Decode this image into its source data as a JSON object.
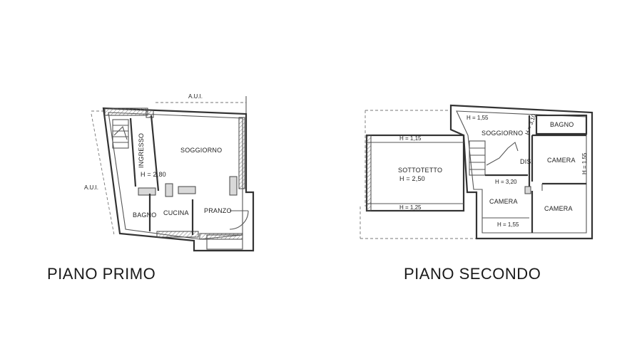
{
  "floors": {
    "first": {
      "title": "PIANO PRIMO",
      "labels": {
        "aui_top": "A.U.I.",
        "aui_left": "A.U.I.",
        "ingresso": "INGRESSO",
        "soggiorno": "SOGGIORNO",
        "height": "H = 2,80",
        "bagno": "BAGNO",
        "cucina": "CUCINA",
        "pranzo": "PRANZO"
      }
    },
    "second": {
      "title": "PIANO SECONDO",
      "labels": {
        "h_155_top": "H = 1,55",
        "h_310": "H = 3,10",
        "soggiorno": "SOGGIORNO",
        "bagno": "BAGNO",
        "h_115": "H = 1,15",
        "sottotetto": "SOTTOTETTO",
        "h_250": "H = 2,50",
        "dis": "DIS.",
        "h_320": "H = 3,20",
        "camera_right_top": "CAMERA",
        "h_155_right": "H = 1,55",
        "h_125": "H = 1,25",
        "camera_left": "CAMERA",
        "camera_right_bottom": "CAMERA",
        "h_155_bottom": "H = 1,55"
      }
    }
  }
}
